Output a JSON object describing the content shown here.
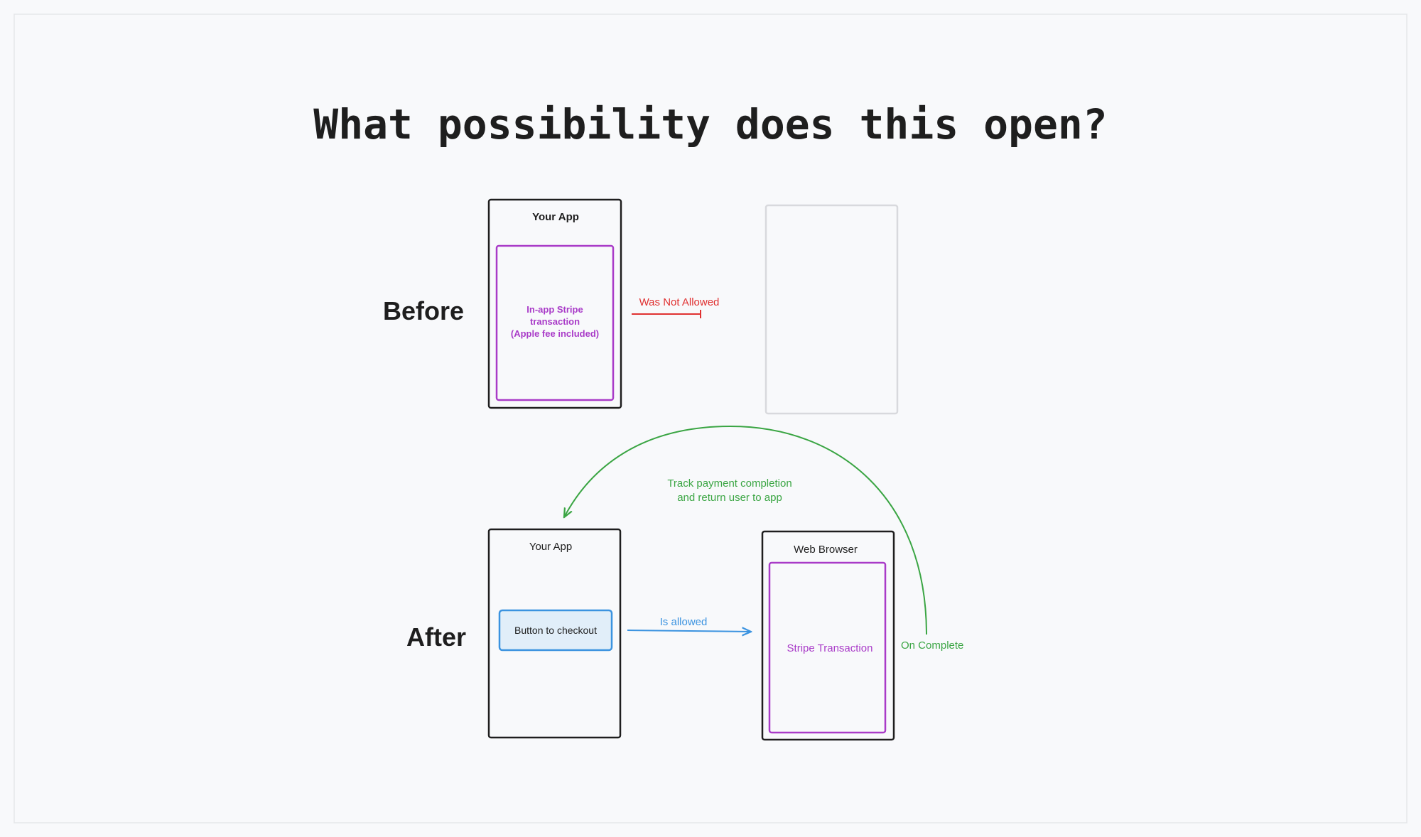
{
  "title": "What possibility does this open?",
  "before": {
    "row_label": "Before",
    "app_title": "Your App",
    "inner_lines": [
      "In-app Stripe",
      "transaction",
      "(Apple fee included)"
    ],
    "arrow_label": "Was Not Allowed"
  },
  "after": {
    "row_label": "After",
    "app_title": "Your App",
    "button_label": "Button to checkout",
    "arrow_label": "Is allowed",
    "browser_title": "Web Browser",
    "browser_inner": "Stripe Transaction",
    "return_label_lines": [
      "Track payment completion",
      "and return user to app"
    ],
    "complete_label": "On Complete"
  },
  "colors": {
    "background": "#f8f9fb",
    "frame": "#1e1e1e",
    "faded_frame": "#d8d9dd",
    "purple": "#a93bc8",
    "red": "#e03131",
    "blue": "#3b93e0",
    "blue_fill": "#e1eef9",
    "green": "#3aa543"
  }
}
